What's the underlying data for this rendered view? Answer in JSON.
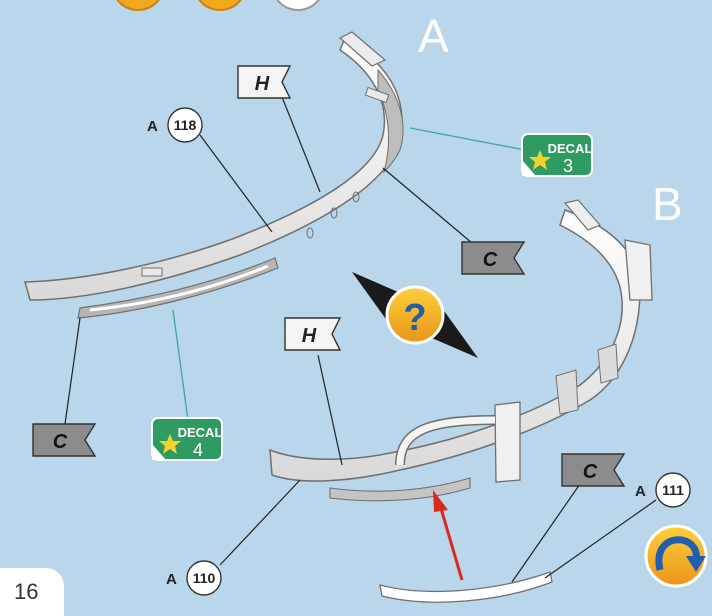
{
  "page": {
    "number": "16"
  },
  "steps": {
    "a": "A",
    "b": "B"
  },
  "flags": {
    "h": "H",
    "c": "C"
  },
  "decals": [
    {
      "word": "DECAL",
      "number": "3"
    },
    {
      "word": "DECAL",
      "number": "4"
    }
  ],
  "parts": [
    {
      "sprue": "A",
      "number": "118"
    },
    {
      "sprue": "A",
      "number": "110"
    },
    {
      "sprue": "A",
      "number": "111"
    }
  ],
  "hint": {
    "symbol": "?"
  },
  "colors": {
    "background": "#b9d6ea",
    "part": "#f2f2f2",
    "flag": "#8c8c8c",
    "decal": "#2f9a62",
    "badge": "#f0a81c",
    "arrow": "#d9291c",
    "leader_teal": "#3fa7a0"
  },
  "icons": [
    "question-mark-icon",
    "rotate-arrow-icon",
    "compass-diamond-icon",
    "star-icon"
  ]
}
